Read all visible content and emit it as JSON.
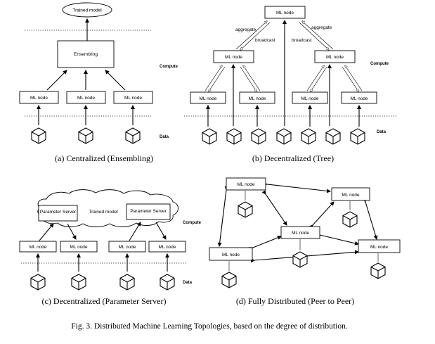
{
  "panel_a": {
    "top_label": "Trained model",
    "center_label": "Ensembling",
    "nodes": [
      "ML node",
      "ML node",
      "ML node"
    ],
    "compute": "Compute",
    "data": "Data",
    "caption": "(a) Centralized (Ensembling)"
  },
  "panel_b": {
    "top": "ML node",
    "mid": [
      "ML node",
      "ML node"
    ],
    "leaves": [
      "ML node",
      "ML node",
      "ML node",
      "ML node"
    ],
    "aggregate_left": "aggregate",
    "broadcast_left": "broadcast",
    "aggregate_right": "aggregate",
    "broadcast_right": "broadcast",
    "compute": "Compute",
    "data": "Data",
    "caption": "(b) Decentralized (Tree)"
  },
  "panel_c": {
    "servers": [
      "Parameter Server",
      "Parameter Server"
    ],
    "cloud_label": "Trained model",
    "nodes": [
      "ML node",
      "ML node",
      "ML node",
      "ML node"
    ],
    "compute": "Compute",
    "data": "Data",
    "caption": "(c) Decentralized (Parameter Server)"
  },
  "panel_d": {
    "nodes": [
      "ML node",
      "ML node",
      "ML node",
      "ML node",
      "ML node"
    ],
    "caption": "(d) Fully Distributed (Peer to Peer)"
  },
  "figure_caption": "Fig. 3.  Distributed Machine Learning Topologies, based on the degree of distribution."
}
